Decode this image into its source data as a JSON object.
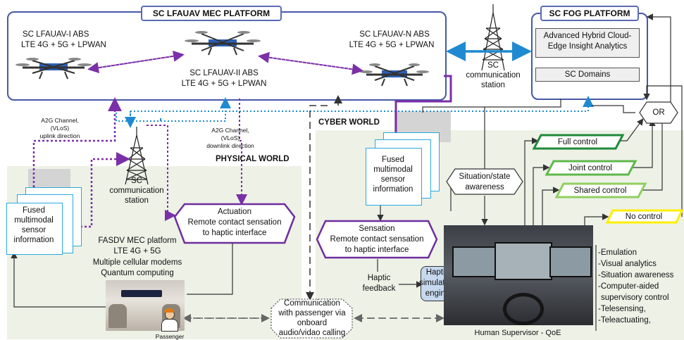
{
  "mec_platform": {
    "title": "SC LFAUAV MEC PLATFORM",
    "uav1": {
      "name": "SC LFAUAV-I ABS",
      "tech": "LTE 4G + 5G + LPWAN"
    },
    "uav2": {
      "name": "SC LFAUAV-II ABS",
      "tech": "LTE 4G + 5G + LPWAN"
    },
    "uavn": {
      "name": "SC LFAUAV-N ABS",
      "tech": "LTE 4G + 5G + LPWAN"
    }
  },
  "fog_platform": {
    "title": "SC FOG PLATFORM",
    "analytics_line1": "Advanced Hybrid Cloud-",
    "analytics_line2": "Edge Insight Analytics",
    "domains": "SC Domains"
  },
  "comm_station_top": {
    "line1": "SC",
    "line2": "communication",
    "line3": "station"
  },
  "comm_station_left": {
    "line1": "SC",
    "line2": "communication",
    "line3": "station"
  },
  "a2g_uplink": {
    "line1": "A2G Channel,",
    "line2": "(VLoS)",
    "line3": "uplink direction"
  },
  "a2g_downlink": {
    "line1": "A2G Channel,",
    "line2": "(VLoS)",
    "line3": "downlink direction"
  },
  "cyber_world": "CYBER WORLD",
  "physical_world": "PHYSICAL WORLD",
  "fused_left": {
    "line1": "Fused",
    "line2": "multimodal",
    "line3": "sensor",
    "line4": "information"
  },
  "fused_right": {
    "line1": "Fused",
    "line2": "multimodal",
    "line3": "sensor",
    "line4": "information"
  },
  "actuation": {
    "line1": "Actuation",
    "line2": "Remote contact sensation",
    "line3": "to haptic interface"
  },
  "sensation": {
    "line1": "Sensation",
    "line2": "Remote contact sensation",
    "line3": "to haptic interface"
  },
  "fasdv": {
    "line1": "FASDV MEC platform",
    "line2": "LTE 4G + 5G",
    "line3": "Multiple cellular modems",
    "line4": "Quantum computing"
  },
  "passenger": "Passenger",
  "communication": {
    "line1": "Communication",
    "line2": "with passenger via",
    "line3": "onboard",
    "line4": "audio/vidao calling"
  },
  "haptic_feedback": {
    "line1": "Haptic",
    "line2": "feedback"
  },
  "haptic_engine": {
    "line1": "Haptic",
    "line2": "simulation",
    "line3": "engine"
  },
  "situation": {
    "line1": "Situation/state",
    "line2": "awareness"
  },
  "or_label": "OR",
  "controls": [
    "Full control",
    "Joint control",
    "Shared  control",
    "No control"
  ],
  "control_colors": [
    "#1f8a3a",
    "#5fb84a",
    "#8fcf60",
    "#ffee00"
  ],
  "supervisor_caption": "Human Supervisor - QoE",
  "capabilities": [
    "-Emulation",
    "-Visual analytics",
    "-Situation awareness",
    "-Computer-aided",
    "supervisory control",
    "-Telesensing,",
    "-Teleactuating,"
  ]
}
